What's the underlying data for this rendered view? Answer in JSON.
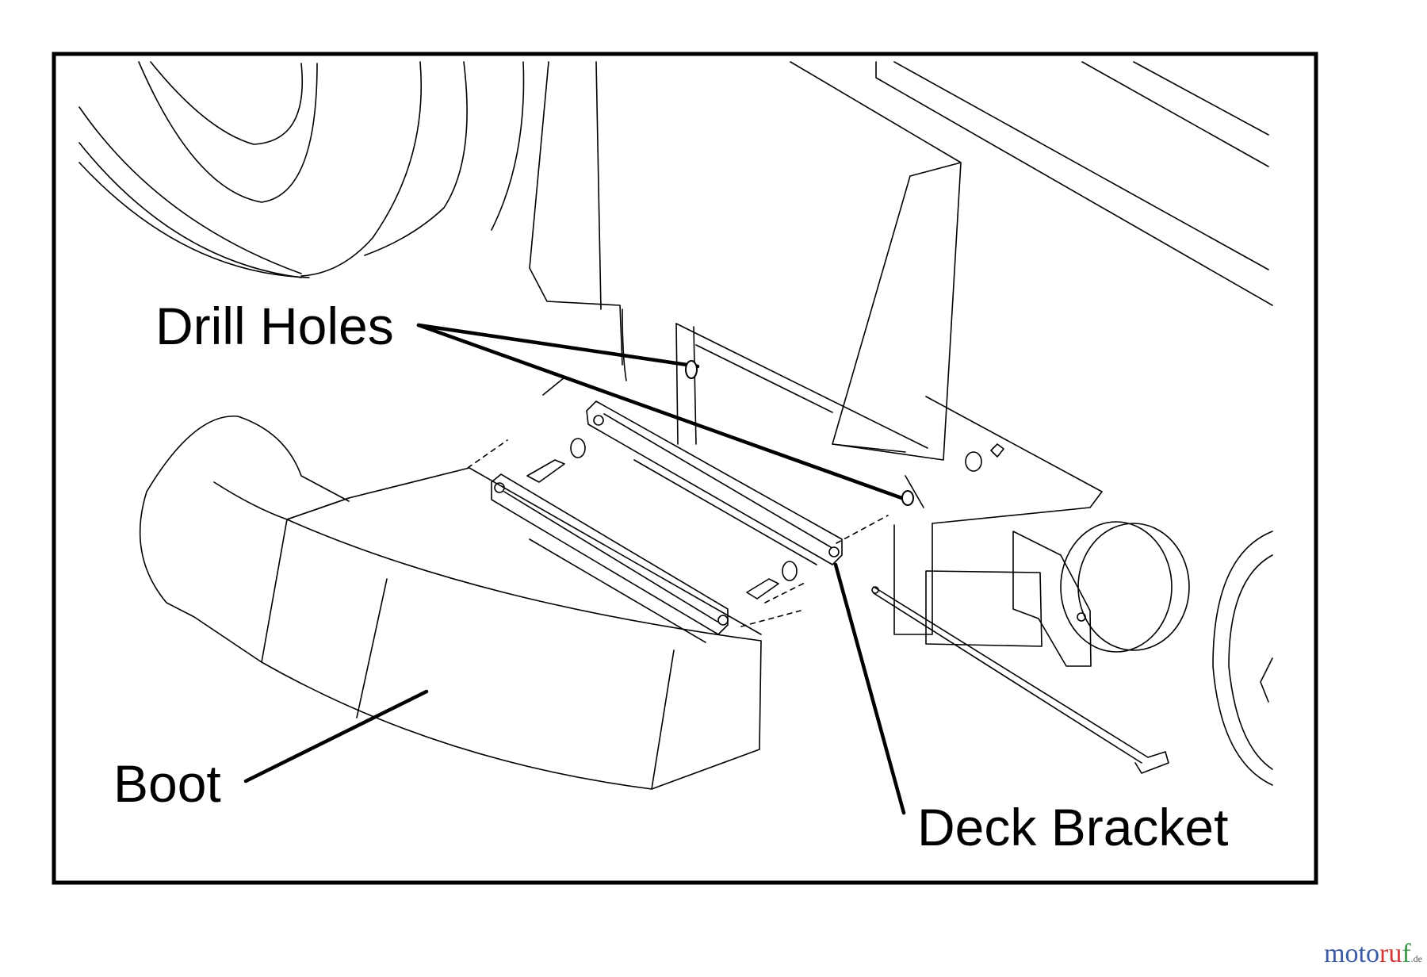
{
  "labels": {
    "drill_holes": "Drill Holes",
    "boot": "Boot",
    "deck_bracket": "Deck Bracket"
  },
  "watermark": {
    "text": "motoruf.de",
    "colors": [
      "#3b5aa6",
      "#d23a3a",
      "#3a9a4a"
    ]
  },
  "colors": {
    "line": "#000000",
    "background": "#ffffff"
  }
}
